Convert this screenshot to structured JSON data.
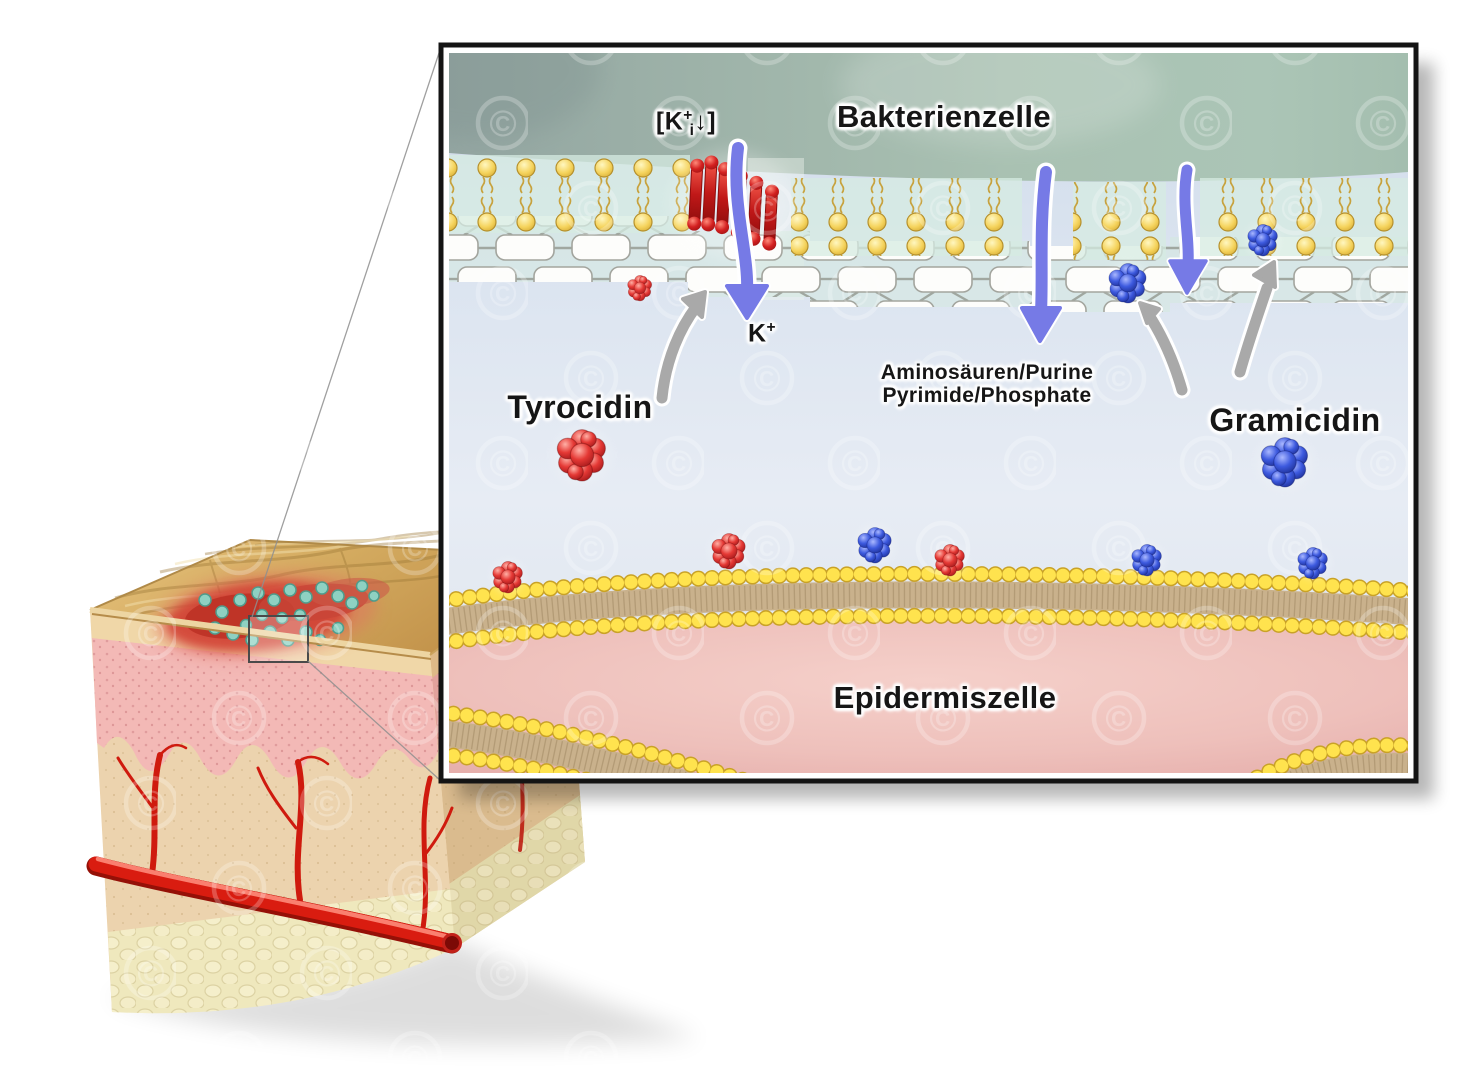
{
  "figure": {
    "type": "medical-illustration",
    "subject": "Antibiotic peptides (tyrocidin, gramicidin) acting on a bacterial cell at an infected skin wound"
  },
  "skin_block": {
    "bacteria_color": "#8ed1c2",
    "wound_color": "#cf4433",
    "vessel_color": "#d91c10"
  },
  "inset": {
    "labels": {
      "bacteria_cell": "Bakterienzelle",
      "epidermis_cell": "Epidermiszelle",
      "tyrocidin": "Tyrocidin",
      "gramicidin": "Gramicidin",
      "transport_line1": "Aminosäuren/Purine",
      "transport_line2": "Pyrimide/Phosphate",
      "k_conc": {
        "open": "[",
        "k": "K",
        "sup": "+",
        "sub": "i",
        "arrow": "↓",
        "close": "]"
      },
      "k_ion": {
        "k": "K",
        "sup": "+"
      }
    },
    "colors": {
      "arrow_blue": "#767ae6",
      "arrow_gray": "#a9a9a9",
      "tyrocidin_red": "#d41f1f",
      "gramicidin_blue": "#2f49c8",
      "lipid_yellow": "#f5d35c",
      "bacteria_interior": "#a3bcae",
      "extracellular": "#dde6f1",
      "epidermis_pink": "#efc5c0"
    }
  },
  "watermarks": {
    "glyph": "©"
  }
}
